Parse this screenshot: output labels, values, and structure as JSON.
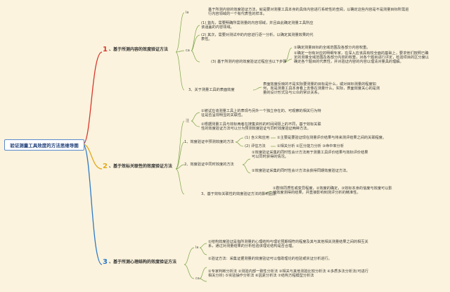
{
  "root": "验证测量工具效度的方法思维导图",
  "branches": [
    {
      "num": "1",
      "title": "、基于所测内容的效度验证方法",
      "color": "#d9352d",
      "children": [
        {
          "label": "la",
          "text": "基于所测内容的效度验证方法，就是要对测量工具本身的具体内容进行系统性的查阅，以确定这些内容是不是测量目标所需进行内容领域的一个有代表性的样本。"
        },
        {
          "label": "ca",
          "items": [
            "(1) 首先，需要明确所需测量的内容领域，并且由此确定测量工具所应该涵盖的内容领域。",
            "(2) 其次，需要对测试中的内容进行逐一分析，以确定其测量效果的代表性。",
            "(3) 基于所测内容的效度验证过程应当以下步骤"
          ],
          "subs": [
            "①确定测量目标的全域范围及各部分内容权重。",
            "②确定一份有对应的明细专家，在深入应该具有较全面的基础上，要求他们按照已确定的测量全域范围及各部分内容的权重，对各个题目进行评定，检验项目的区分度以确定各个题目的代表性，并对验证内容的内容以理清对量具的理解。"
          ]
        },
        {
          "label": "3",
          "text": "3、关于测量工具的表面效度",
          "note": "表面效度反映的不是实际要测量的目标是什么，或对目标测量的程度如何，而是测量工具本身看上去像在测量什么。实际，表面效度关心的是测量的设计形式及与公众的常识关系。"
        }
      ]
    },
    {
      "num": "2",
      "title": "、基于效标关联性的效度验证方法",
      "color": "#e3a81e",
      "children": [
        {
          "label": "注",
          "items": [
            "①被试在该测量工具上的表现与另外一个独立存在的、可观察的相关行为特征是否呈现明显的关联性。",
            "②根据测量工具与效标两者在搜集资料的时间间隔上的不同，基于效标关联性的效度验证方法可以分为预测效度验证与同时效度验证两种方法。"
          ]
        },
        {
          "label": "1",
          "text": "1、效度验证中预测效度的方法",
          "items": [
            "(1) 含义和应用",
            "(2) 评估方法"
          ],
          "subs": [
            "①主要是要验证现在测量评价结果与将来测评结果之间的关联程度。",
            "①相关分析 ②区分能力分析 ③命中率分析"
          ]
        },
        {
          "label": "2",
          "text": "2、效度验证中同时效度的方法",
          "items": [
            "①效度验证采集的同时性会计方法用于测量工具评价结果与效标评价结果可以同时获得的情况。",
            "②效度验证采集的同时性会计方法会获得同期效度验证方法。"
          ]
        },
        {
          "label": "3",
          "text": "3、基于效标关联性的效度验证方法的影响因素",
          "items": [
            "①群体同质性或变异程度，②效度的确定，③效标本身的信度与效度可以影响效度测得的结果，并直接影响到测评分析的精准性。"
          ]
        }
      ]
    },
    {
      "num": "3",
      "title": "、基于所测心理结构的效度验证方法",
      "color": "#2c79c8",
      "children": [
        {
          "label": "la",
          "text": "①结构效度验证是指所测量的心理结构与理论预期相符的程度及其与其他相关测量结果之间的相互关系，通过对测量结果的分析检验该理论结构是否合理。"
        },
        {
          "label": "ca",
          "items": [
            "②验证方法：采集证据测量的效度验证可以借助理论的检验或实证分析进行。",
            "①专家判断分析法 ②测验内部一致性分析法 ③相关与其他测验比较分析法 ④多质多法分析法(可进行相关分析) ⑤实验操作分析法 ⑥因素分析法 ⑦结构方程模型分析法"
          ]
        }
      ]
    }
  ]
}
